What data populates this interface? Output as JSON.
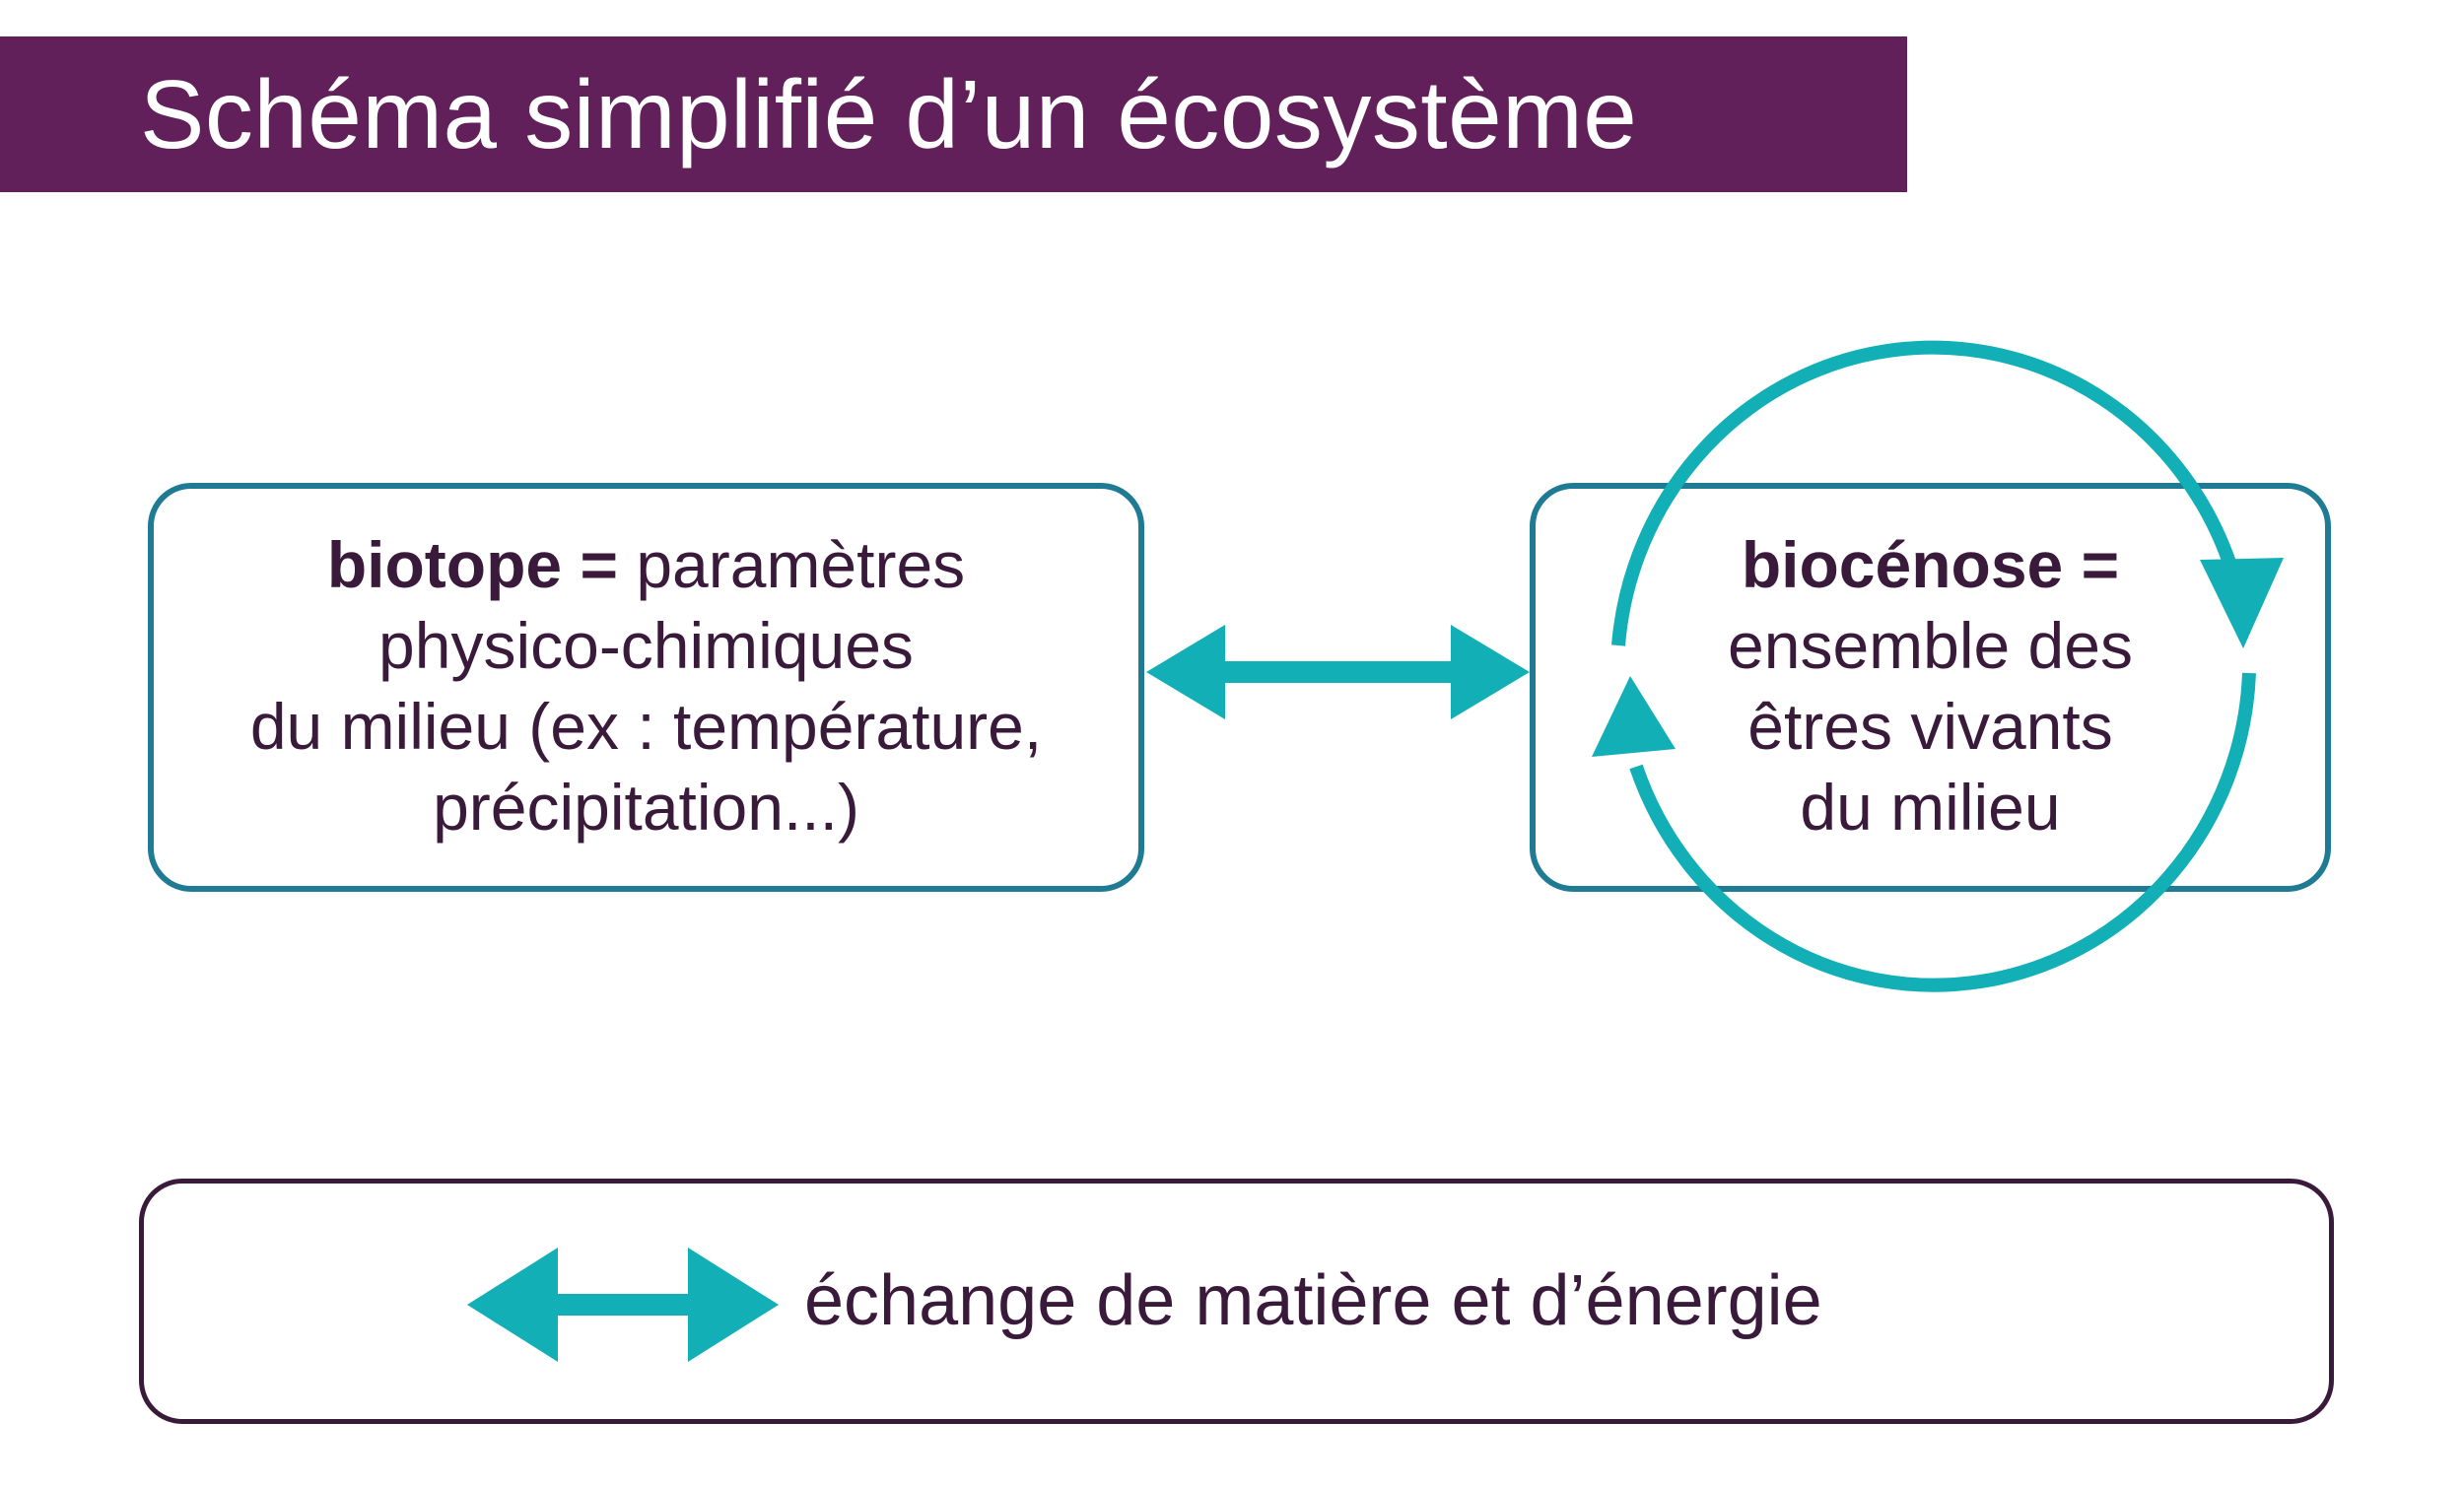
{
  "title": "Schéma simplifié d’un écosystème",
  "biotope": {
    "term": "biotope =",
    "lines": [
      "paramètres",
      "physico-chimiques",
      "du milieu (ex : température,",
      "précipitation...)"
    ]
  },
  "biocenose": {
    "term": "biocénose =",
    "lines": [
      "ensemble des",
      "êtres vivants",
      "du milieu"
    ]
  },
  "legend": {
    "label": "échange de matière et d’énergie"
  },
  "colors": {
    "banner": "#62205a",
    "box_border": "#1e7b93",
    "arrow": "#12b0b6",
    "text": "#3a1a3a"
  },
  "icons": {
    "exchange_arrow": "double-headed-arrow-icon",
    "cycle": "circular-arrows-icon"
  }
}
